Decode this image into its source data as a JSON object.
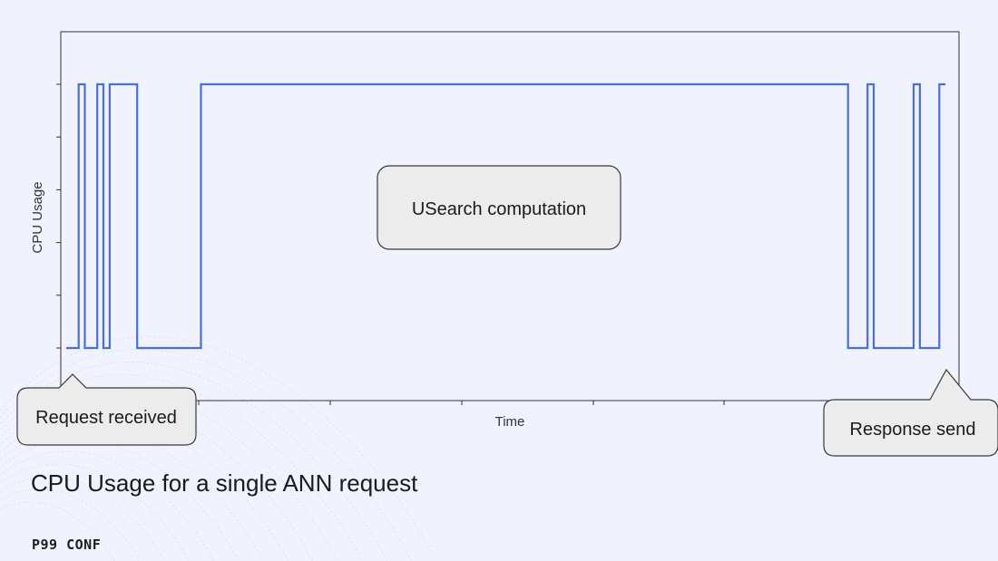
{
  "chart_data": {
    "type": "line",
    "step": true,
    "xlabel": "Time",
    "ylabel": "CPU Usage",
    "xlim": [
      0,
      100
    ],
    "ylim": [
      0,
      7
    ],
    "grid": false,
    "series": [
      {
        "color": "#4a6fd8",
        "points": [
          [
            0.0,
            1
          ],
          [
            1.4,
            1
          ],
          [
            1.4,
            6
          ],
          [
            2.1,
            6
          ],
          [
            2.1,
            1
          ],
          [
            3.5,
            1
          ],
          [
            3.5,
            6
          ],
          [
            4.2,
            6
          ],
          [
            4.2,
            1
          ],
          [
            4.9,
            1
          ],
          [
            4.9,
            6
          ],
          [
            8.0,
            6
          ],
          [
            8.0,
            1
          ],
          [
            15.2,
            1
          ],
          [
            15.2,
            6
          ],
          [
            88.2,
            6
          ],
          [
            88.2,
            1
          ],
          [
            90.4,
            1
          ],
          [
            90.4,
            6
          ],
          [
            91.1,
            6
          ],
          [
            91.1,
            1
          ],
          [
            95.6,
            1
          ],
          [
            95.6,
            6
          ],
          [
            96.3,
            6
          ],
          [
            96.3,
            1
          ],
          [
            98.5,
            1
          ],
          [
            98.5,
            6
          ],
          [
            99.2,
            6
          ]
        ]
      }
    ]
  },
  "annotations": {
    "request_received": "Request received",
    "usearch": "USearch computation",
    "response_send": "Response send"
  },
  "caption": "CPU Usage for a single ANN request",
  "brand": "P99 CONF"
}
